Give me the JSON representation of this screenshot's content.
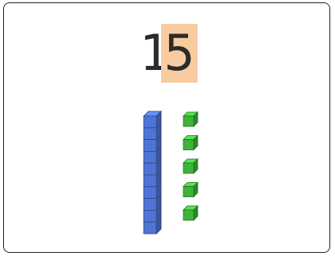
{
  "number": {
    "tens_digit": "1",
    "ones_digit": "5",
    "highlight_color": "#f9cba0"
  },
  "blocks": {
    "tens_rods": 1,
    "rod_cube_count": 10,
    "ones_cubes": 5,
    "rod_color": "#4f74d6",
    "cube_color": "#3db33a"
  }
}
